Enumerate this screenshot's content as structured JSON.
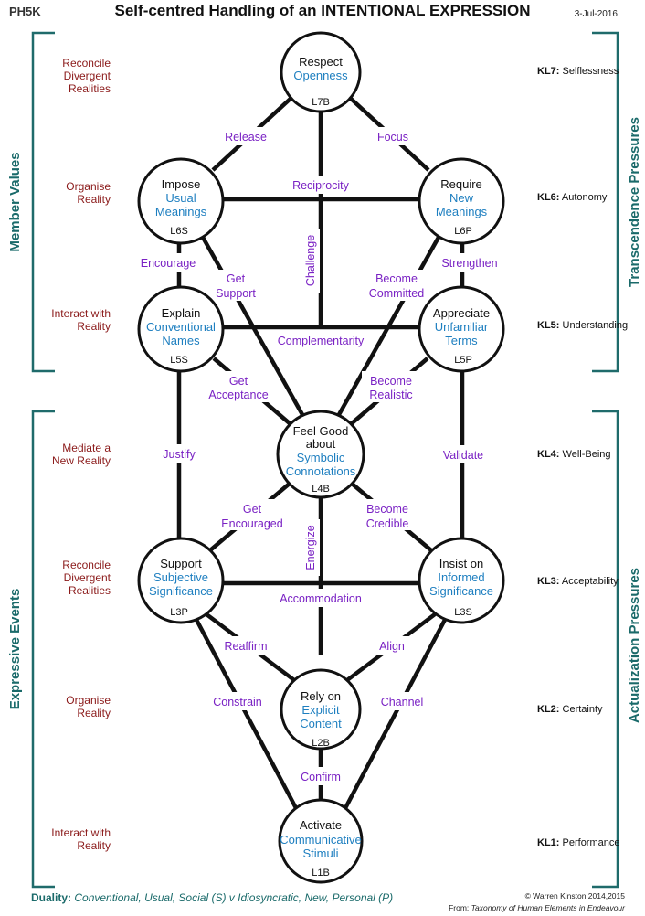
{
  "header": {
    "code": "PH5K",
    "title": "Self-centred Handling of an INTENTIONAL EXPRESSION",
    "date": "3-Jul-2016"
  },
  "side_labels": {
    "member_values": "Member  Values",
    "expressive_events": "Expressive  Events",
    "transcendence": "Transcendence  Pressures",
    "actualization": "Actualization  Pressures"
  },
  "left_labels": [
    [
      "Reconcile",
      "Divergent",
      "Realities"
    ],
    [
      "Organise",
      "Reality"
    ],
    [
      "Interact with",
      "Reality"
    ],
    [
      "Mediate a",
      "New Reality"
    ],
    [
      "Reconcile",
      "Divergent",
      "Realities"
    ],
    [
      "Organise",
      "Reality"
    ],
    [
      "Interact with",
      "Reality"
    ]
  ],
  "levels": [
    {
      "code": "KL7:",
      "name": "Selflessness"
    },
    {
      "code": "KL6:",
      "name": "Autonomy"
    },
    {
      "code": "KL5:",
      "name": "Understanding"
    },
    {
      "code": "KL4:",
      "name": "Well-Being"
    },
    {
      "code": "KL3:",
      "name": "Acceptability"
    },
    {
      "code": "KL2:",
      "name": "Certainty"
    },
    {
      "code": "KL1:",
      "name": "Performance"
    }
  ],
  "nodes": {
    "L7B": {
      "black": [
        "Respect"
      ],
      "blue": [
        "Openness"
      ],
      "id": "L7B"
    },
    "L6S": {
      "black": [
        "Impose"
      ],
      "blue": [
        "Usual",
        "Meanings"
      ],
      "id": "L6S"
    },
    "L6P": {
      "black": [
        "Require"
      ],
      "blue": [
        "New",
        "Meanings"
      ],
      "id": "L6P"
    },
    "L5S": {
      "black": [
        "Explain"
      ],
      "blue": [
        "Conventional",
        "Names"
      ],
      "id": "L5S"
    },
    "L5P": {
      "black": [
        "Appreciate"
      ],
      "blue": [
        "Unfamiliar",
        "Terms"
      ],
      "id": "L5P"
    },
    "L4B": {
      "black": [
        "Feel Good",
        "about"
      ],
      "blue": [
        "Symbolic",
        "Connotations"
      ],
      "id": "L4B"
    },
    "L3P": {
      "black": [
        "Support"
      ],
      "blue": [
        "Subjective",
        "Significance"
      ],
      "id": "L3P"
    },
    "L3S": {
      "black": [
        "Insist on"
      ],
      "blue": [
        "Informed",
        "Significance"
      ],
      "id": "L3S"
    },
    "L2B": {
      "black": [
        "Rely on"
      ],
      "blue": [
        "Explicit",
        "Content"
      ],
      "id": "L2B"
    },
    "L1B": {
      "black": [
        "Activate"
      ],
      "blue": [
        "Communicative",
        "Stimuli"
      ],
      "id": "L1B"
    }
  },
  "edge_labels": {
    "release": [
      "Release"
    ],
    "focus": [
      "Focus"
    ],
    "reciprocity": [
      "Reciprocity"
    ],
    "challenge": [
      "Challenge"
    ],
    "encourage": [
      "Encourage"
    ],
    "get_support": [
      "Get",
      "Support"
    ],
    "become_committed": [
      "Become",
      "Committed"
    ],
    "strengthen": [
      "Strengthen"
    ],
    "complementarity": [
      "Complementarity"
    ],
    "get_acceptance": [
      "Get",
      "Acceptance"
    ],
    "become_realistic": [
      "Become",
      "Realistic"
    ],
    "justify": [
      "Justify"
    ],
    "validate": [
      "Validate"
    ],
    "get_encouraged": [
      "Get",
      "Encouraged"
    ],
    "become_credible": [
      "Become",
      "Credible"
    ],
    "energize": [
      "Energize"
    ],
    "accommodation": [
      "Accommodation"
    ],
    "reaffirm": [
      "Reaffirm"
    ],
    "align": [
      "Align"
    ],
    "constrain": [
      "Constrain"
    ],
    "channel": [
      "Channel"
    ],
    "confirm": [
      "Confirm"
    ]
  },
  "footer": {
    "duality_label": "Duality:",
    "duality_text": "Conventional, Usual, Social (S)  v   Idiosyncratic, New, Personal (P)",
    "copyright": "© Warren Kinston 2014,2015",
    "from_label": "From: ",
    "from_text": "Taxonomy of Human Elements in Endeavour"
  }
}
